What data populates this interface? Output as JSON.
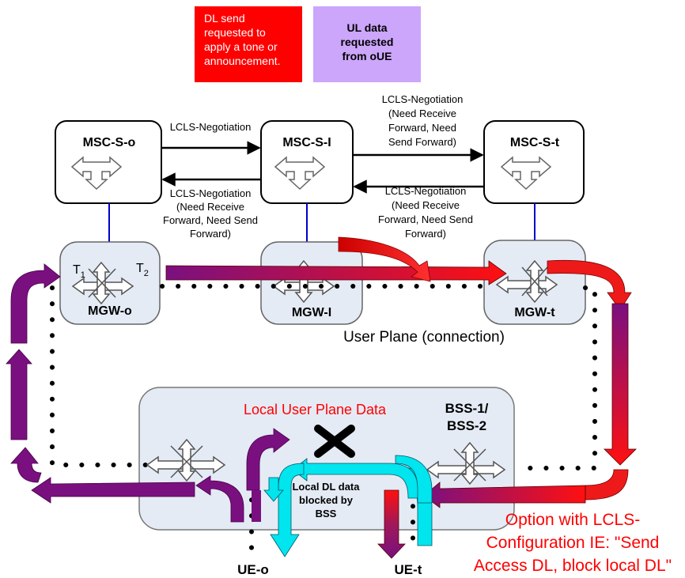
{
  "legend": {
    "red_line1": "DL send",
    "red_line2": "requested to",
    "red_line3": "apply a tone or",
    "red_line4": "announcement.",
    "purple_line1": "UL data",
    "purple_line2": "requested",
    "purple_line3": "from oUE",
    "red_color": "#ff1a1a",
    "purple_color": "#c9a6ff"
  },
  "nodes": {
    "msc_o": "MSC-S-o",
    "msc_i": "MSC-S-I",
    "msc_t": "MSC-S-t",
    "mgw_o": "MGW-o",
    "mgw_i": "MGW-I",
    "mgw_t": "MGW-t",
    "bss": "BSS-1/",
    "bss2": "BSS-2",
    "ue_o": "UE-o",
    "ue_t": "UE-t"
  },
  "termination": {
    "t1": "T",
    "t1_sub": "1",
    "t2": "T",
    "t2_sub": "2"
  },
  "messages": {
    "o_to_i": "LCLS-Negotiation",
    "i_to_o_1": "LCLS-Negotiation",
    "i_to_o_2": "(Need Receive",
    "i_to_o_3": "Forward, Need Send",
    "i_to_o_4": "Forward)",
    "i_to_t_1": "LCLS-Negotiation",
    "i_to_t_2": "(Need Receive",
    "i_to_t_3": "Forward, Need",
    "i_to_t_4": "Send Forward)",
    "t_to_i_1": "LCLS-Negotiation",
    "t_to_i_2": "(Need Receive",
    "t_to_i_3": "Forward, Need Send",
    "t_to_i_4": "Forward)"
  },
  "labels": {
    "user_plane": "User Plane (connection)",
    "local_data": "Local User Plane Data",
    "blocked_1": "Local DL data",
    "blocked_2": "blocked by",
    "blocked_3": "BSS",
    "option_1": "Option with LCLS-",
    "option_2": "Configuration IE: \"Send",
    "option_3": "Access DL, block local DL\""
  },
  "colors": {
    "accent_red": "#ff0000",
    "cyan": "#00e5ee",
    "purple": "#7a1a8a",
    "connector_blue": "#0000cc",
    "node_fill": "#e4ebf5"
  }
}
